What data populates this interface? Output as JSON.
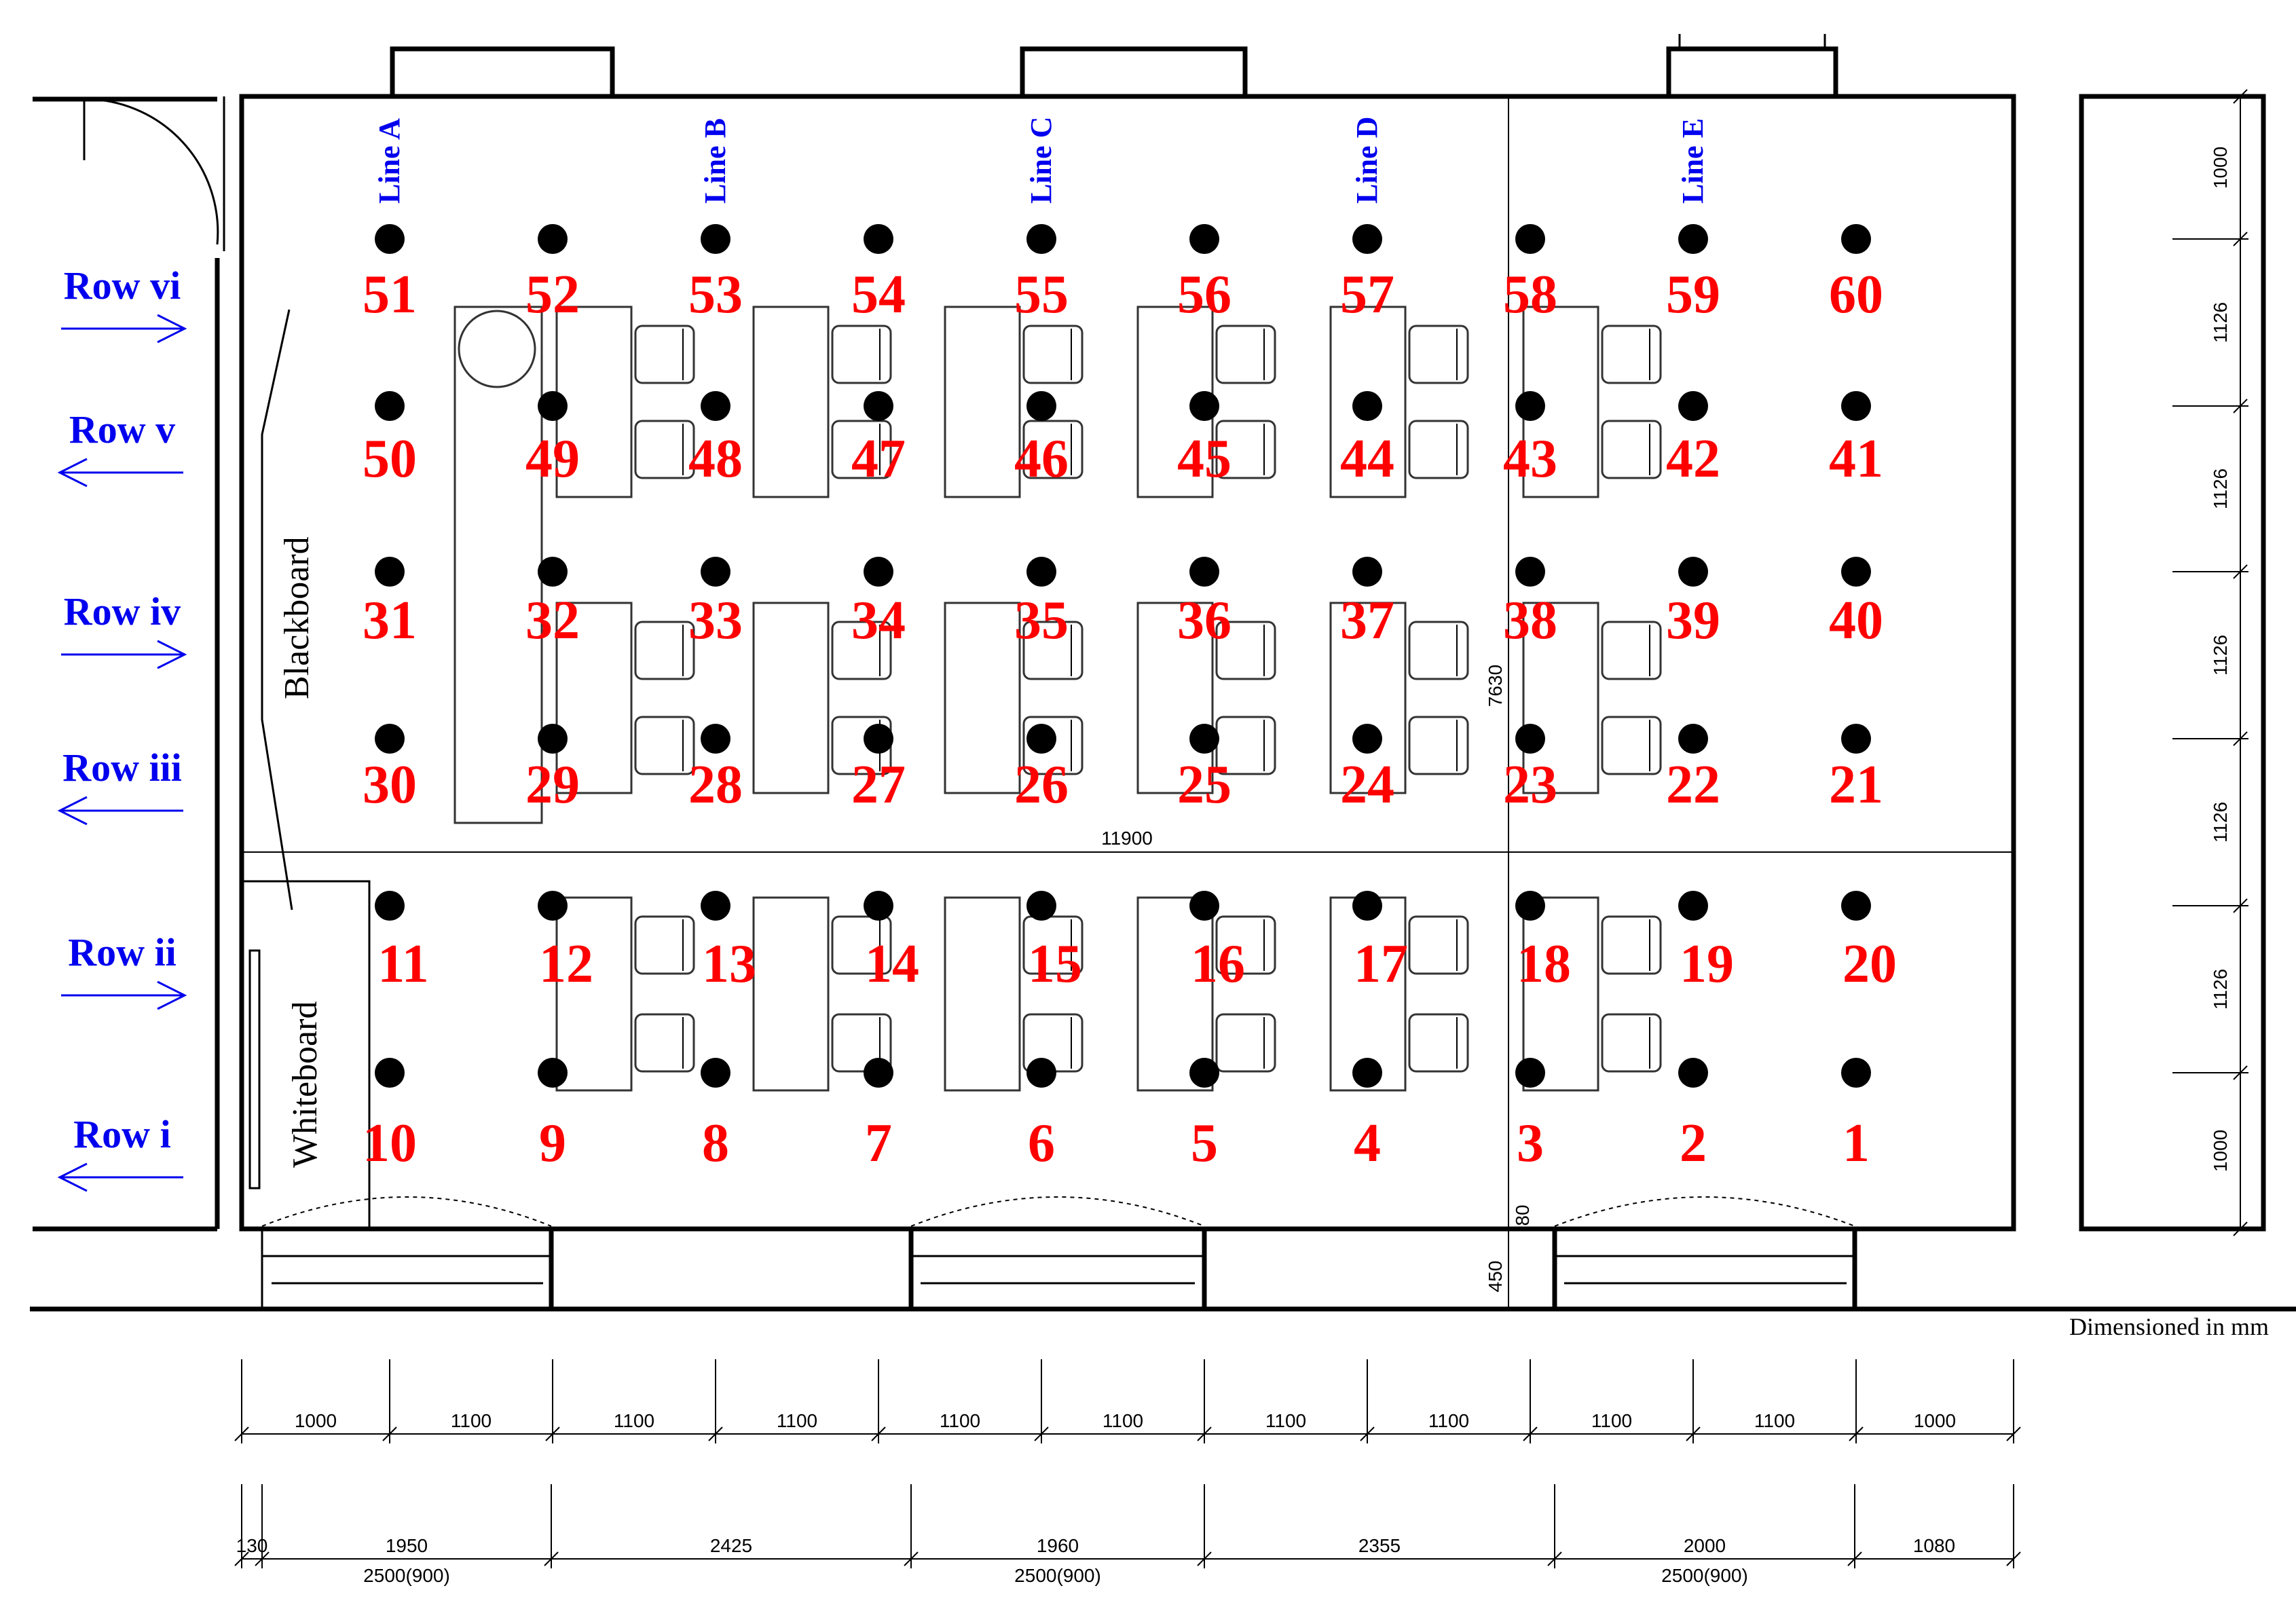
{
  "line_labels": [
    "Line A",
    "Line B",
    "Line C",
    "Line D",
    "Line E"
  ],
  "row_labels": [
    {
      "label": "Row vi",
      "direction": "right"
    },
    {
      "label": "Row v",
      "direction": "left"
    },
    {
      "label": "Row iv",
      "direction": "right"
    },
    {
      "label": "Row iii",
      "direction": "left"
    },
    {
      "label": "Row ii",
      "direction": "right"
    },
    {
      "label": "Row i",
      "direction": "left"
    }
  ],
  "points": [
    [
      "51",
      "52",
      "53",
      "54",
      "55",
      "56",
      "57",
      "58",
      "59",
      "60"
    ],
    [
      "50",
      "49",
      "48",
      "47",
      "46",
      "45",
      "44",
      "43",
      "42",
      "41"
    ],
    [
      "31",
      "32",
      "33",
      "34",
      "35",
      "36",
      "37",
      "38",
      "39",
      "40"
    ],
    [
      "30",
      "29",
      "28",
      "27",
      "26",
      "25",
      "24",
      "23",
      "22",
      "21"
    ],
    [
      "11",
      "12",
      "13",
      "14",
      "15",
      "16",
      "17",
      "18",
      "19",
      "20"
    ],
    [
      "10",
      "9",
      "8",
      "7",
      "6",
      "5",
      "4",
      "3",
      "2",
      "1"
    ]
  ],
  "boards": {
    "blackboard": "Blackboard",
    "whiteboard": "Whiteboard"
  },
  "dims": {
    "room_width": "11900",
    "room_depth": "7630",
    "side_gap": "80",
    "corridor": "450",
    "right_column": [
      "1000",
      "1126",
      "1126",
      "1126",
      "1126",
      "1126",
      "1000"
    ],
    "bottom_row1": [
      "1000",
      "1100",
      "1100",
      "1100",
      "1100",
      "1100",
      "1100",
      "1100",
      "1100",
      "1100",
      "1000"
    ],
    "bottom_row2": [
      "130",
      "1950",
      "2425",
      "1960",
      "2355",
      "2000",
      "1080"
    ],
    "window_labels": [
      "2500(900)",
      "2500(900)",
      "2500(900)"
    ]
  },
  "note": "Dimensioned in mm",
  "colors": {
    "point_number": "#ff0000",
    "label_blue": "#0000ee"
  }
}
